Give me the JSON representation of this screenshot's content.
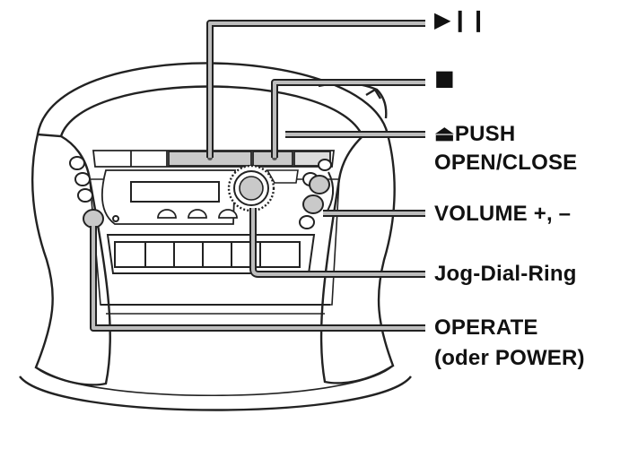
{
  "diagram": {
    "labels": {
      "play_pause": "▶❙❙",
      "stop": "■",
      "push_open_close_line1": "⏏PUSH",
      "push_open_close_line2": "OPEN/CLOSE",
      "volume": "VOLUME +, –",
      "jog_dial": "Jog-Dial-Ring",
      "operate_line1": "OPERATE",
      "operate_line2": "(oder POWER)"
    },
    "colors": {
      "line": "#222222",
      "leader_band": "#bdbdbd",
      "callout_fill": "#c9c9c9",
      "device_fill": "#ffffff",
      "text": "#111111"
    }
  }
}
